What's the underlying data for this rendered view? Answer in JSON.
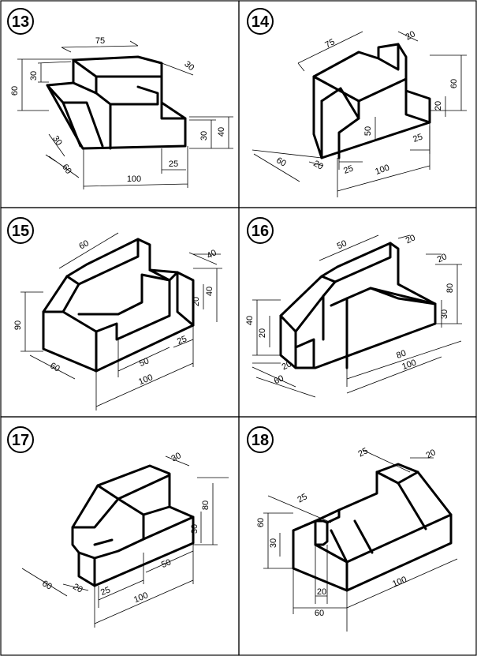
{
  "colors": {
    "line": "#000000",
    "background": "#ffffff"
  },
  "exercises": [
    {
      "number": "13",
      "dims": {
        "top_length": "75",
        "top_depth": "30",
        "left_h30": "30",
        "left_h60": "60",
        "right_h40": "40",
        "right_h30": "30",
        "front_30": "30",
        "width_60": "60",
        "length_100": "100",
        "notch_25": "25"
      }
    },
    {
      "number": "14",
      "dims": {
        "top_75": "75",
        "top_20": "20",
        "h_60": "60",
        "h_20": "20",
        "width_60": "60",
        "w_20": "20",
        "slot_50": "50",
        "b_25a": "25",
        "b_25b": "25",
        "length_100": "100"
      }
    },
    {
      "number": "15",
      "dims": {
        "top_60": "60",
        "depth_40": "40",
        "h_40": "40",
        "h_20": "20",
        "h_90": "90",
        "width_60": "60",
        "slot_50": "50",
        "step_25": "25",
        "length_100": "100"
      }
    },
    {
      "number": "16",
      "dims": {
        "top_50": "50",
        "top_20": "20",
        "r_20": "20",
        "h_80": "80",
        "h_30": "30",
        "l_40": "40",
        "l_20": "20",
        "w_20": "20",
        "w_60": "60",
        "len_80": "80",
        "len_100": "100"
      }
    },
    {
      "number": "17",
      "dims": {
        "top_30": "30",
        "h_80": "80",
        "h_30": "30",
        "w_60": "60",
        "w_20": "20",
        "b_25": "25",
        "b_50": "50",
        "length_100": "100"
      }
    },
    {
      "number": "18",
      "dims": {
        "top_25": "25",
        "top_20": "20",
        "l_25": "25",
        "h_60": "60",
        "h_30": "30",
        "b_20": "20",
        "w_60": "60",
        "length_100": "100"
      }
    }
  ]
}
